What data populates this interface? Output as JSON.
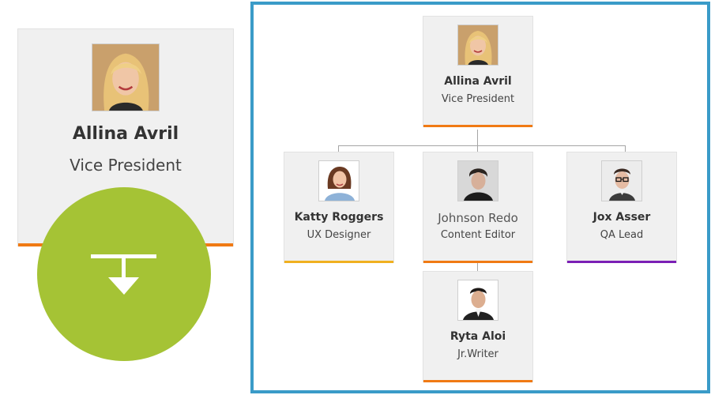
{
  "featured": {
    "name": "Allina Avril",
    "role": "Vice President",
    "accent": "#f07a14"
  },
  "action": {
    "icon": "expand-down-icon",
    "color": "#a5c335"
  },
  "frame_color": "#3a9bc8",
  "org": {
    "root": {
      "name": "Allina Avril",
      "role": "Vice President",
      "accent": "#f07a14"
    },
    "children": [
      {
        "name": "Katty Roggers",
        "role": "UX Designer",
        "accent": "#f0b020"
      },
      {
        "name": "Johnson Redo",
        "role": "Content Editor",
        "accent": "#f07a14"
      },
      {
        "name": "Jox Asser",
        "role": "QA Lead",
        "accent": "#7b1fb5"
      }
    ],
    "grandchildren": [
      {
        "name": "Ryta Aloi",
        "role": "Jr.Writer",
        "accent": "#f07a14"
      }
    ]
  }
}
